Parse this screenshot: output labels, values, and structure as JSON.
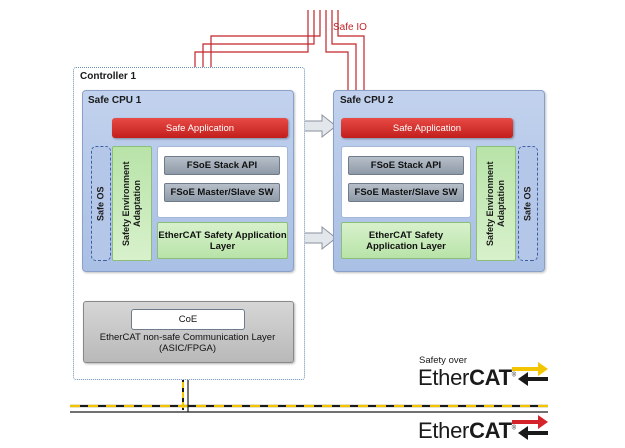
{
  "safe_io_label": "Safe IO",
  "controller": {
    "label": "Controller 1",
    "cpu1": {
      "title": "Safe CPU 1",
      "safe_application": "Safe Application",
      "safe_os": "Safe OS",
      "adaptation": "Safety Environment Adaptation",
      "stack_api": "FSoE Stack API",
      "master_slave": "FSoE Master/Slave SW",
      "app_layer": "EtherCAT Safety Application Layer"
    },
    "comm_layer": {
      "coe": "CoE",
      "text": "EtherCAT non-safe Communication Layer (ASIC/FPGA)"
    }
  },
  "cpu2": {
    "title": "Safe CPU 2",
    "safe_application": "Safe Application",
    "stack_api": "FSoE Stack API",
    "master_slave": "FSoE Master/Slave SW",
    "app_layer": "EtherCAT Safety Application Layer",
    "adaptation": "Safety Environment Adaptation",
    "safe_os": "Safe OS"
  },
  "logos": {
    "safety_over": "Safety over",
    "ethercat_prefix": "Ether",
    "ethercat_suffix": "CAT",
    "registered": "®"
  },
  "colors": {
    "safe_io_wire": "#c0252a",
    "safe_application": "#d12a26",
    "green_block": "#c5e9b5",
    "cpu_fill": "#b4c8ea",
    "yellow_arrow": "#f2c500",
    "red_arrow": "#d4232a"
  }
}
